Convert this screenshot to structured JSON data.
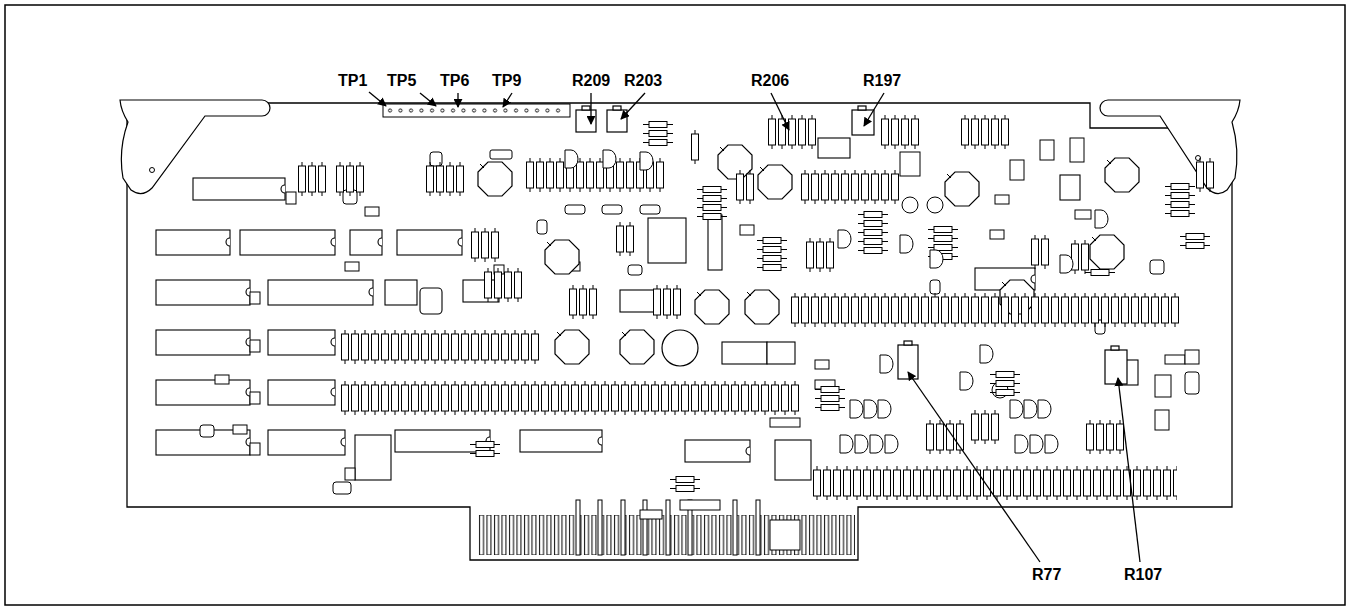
{
  "diagram": {
    "labels": [
      "TP1",
      "TP5",
      "TP6",
      "TP9",
      "R209",
      "R203",
      "R206",
      "R197",
      "R77",
      "R107"
    ]
  }
}
